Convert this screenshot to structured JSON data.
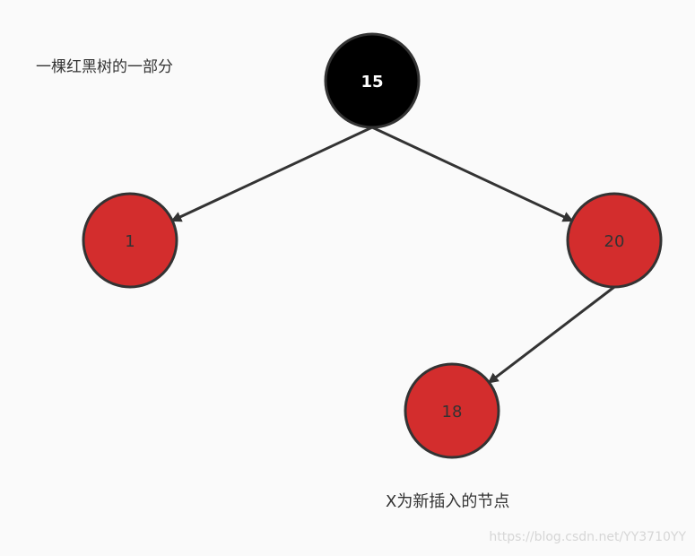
{
  "title": "一棵红黑树的一部分",
  "caption": "X为新插入的节点",
  "watermark": "https://blog.csdn.net/YY3710YY",
  "colors": {
    "black_node": "#000000",
    "red_node": "#d32d2d",
    "stroke": "#333333",
    "black_node_text": "#ffffff",
    "red_node_text": "#333333",
    "background": "#fafafa"
  },
  "nodes": [
    {
      "id": "n15",
      "label": "15",
      "color": "black"
    },
    {
      "id": "n1",
      "label": "1",
      "color": "red"
    },
    {
      "id": "n20",
      "label": "20",
      "color": "red"
    },
    {
      "id": "n18",
      "label": "18",
      "color": "red"
    }
  ],
  "edges": [
    {
      "from": "n15",
      "to": "n1"
    },
    {
      "from": "n15",
      "to": "n20"
    },
    {
      "from": "n20",
      "to": "n18"
    }
  ]
}
